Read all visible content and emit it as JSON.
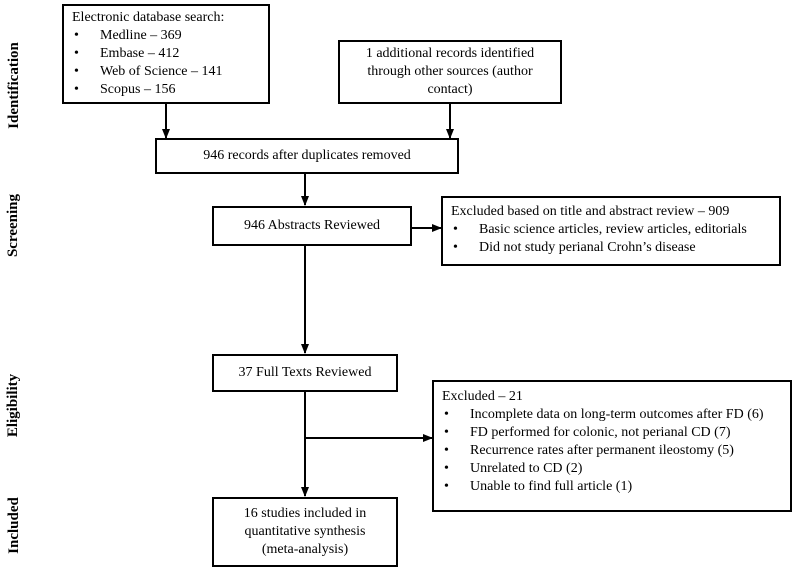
{
  "stages": {
    "identification": "Identification",
    "screening": "Screening",
    "eligibility": "Eligibility",
    "included": "Included"
  },
  "db_search": {
    "heading": "Electronic database search:",
    "items": [
      "Medline – 369",
      "Embase – 412",
      "Web of Science – 141",
      "Scopus – 156"
    ]
  },
  "other_sources": {
    "line1": "1 additional records identified",
    "line2": "through other sources (author",
    "line3": "contact)"
  },
  "duplicates_removed": "946 records after duplicates removed",
  "abstracts_reviewed": "946 Abstracts Reviewed",
  "excluded_abstract": {
    "heading": "Excluded based on title and abstract review – 909",
    "items": [
      "Basic science articles, review articles, editorials",
      "Did not study perianal Crohn’s disease"
    ]
  },
  "full_texts": "37 Full Texts Reviewed",
  "excluded_fulltext": {
    "heading": "Excluded – 21",
    "items": [
      "Incomplete data on long-term outcomes after FD (6)",
      "FD performed for colonic, not perianal CD (7)",
      "Recurrence rates after permanent ileostomy (5)",
      "Unrelated to CD (2)",
      "Unable to find full article (1)"
    ]
  },
  "included": {
    "line1": "16 studies included in",
    "line2": "quantitative synthesis",
    "line3": "(meta-analysis)"
  }
}
